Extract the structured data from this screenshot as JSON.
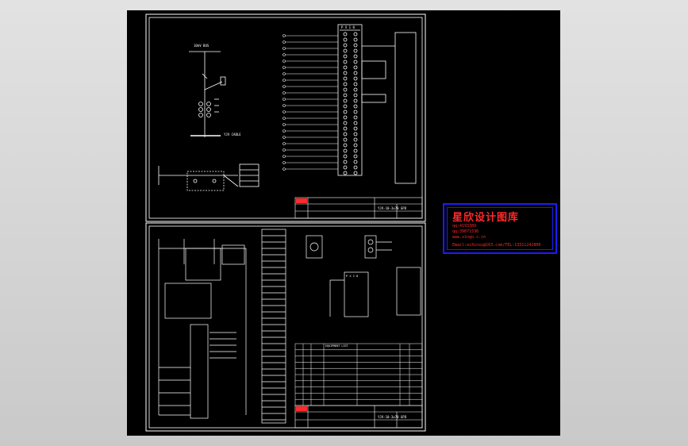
{
  "watermark": {
    "title": "星欣设计图库",
    "qq1": "qq:4193389",
    "qq2": "qq:39871536",
    "website": "www.xingo.c.cn",
    "contact": "Email:aiXinxu@163.com/TEL:13311242800"
  },
  "upper_sheet": {
    "busbar_label": "10kV BUS",
    "main_label": "YJV CABLE",
    "footer_code": "YJV-10-3x70 GPD",
    "terminal_header": "P X 1 0"
  },
  "lower_sheet": {
    "footer_code": "YJV-10-3x70 GPD",
    "relay_label": "P X 2 0",
    "table_title": "EQUIPMENT LIST"
  },
  "colors": {
    "background": "#000000",
    "line": "#ffffff",
    "title_band": "#ff2a2a",
    "watermark_border": "#1b1bff",
    "watermark_text": "#ff2a2a"
  }
}
